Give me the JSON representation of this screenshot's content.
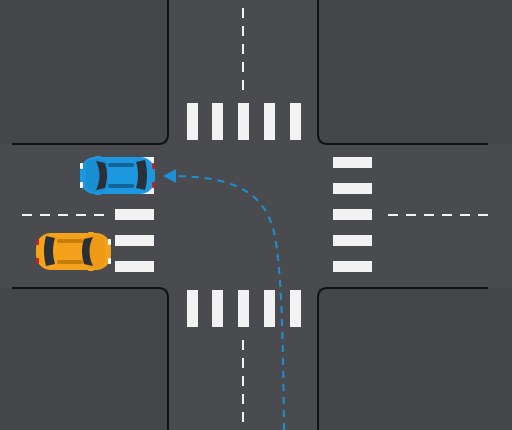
{
  "scene": {
    "colors": {
      "road": "#4a4b4e",
      "block": "#45464a",
      "curb": "#111214",
      "marking": "#f2f2f2",
      "path": "#1e8fd4",
      "car_blue": "#1c98e0",
      "car_orange": "#f4a11c"
    },
    "vehicles": [
      {
        "name": "blue-car",
        "color": "blue",
        "heading": "west"
      },
      {
        "name": "orange-car",
        "color": "orange",
        "heading": "east"
      }
    ],
    "path": {
      "style": "dashed",
      "direction": "left turn"
    }
  }
}
